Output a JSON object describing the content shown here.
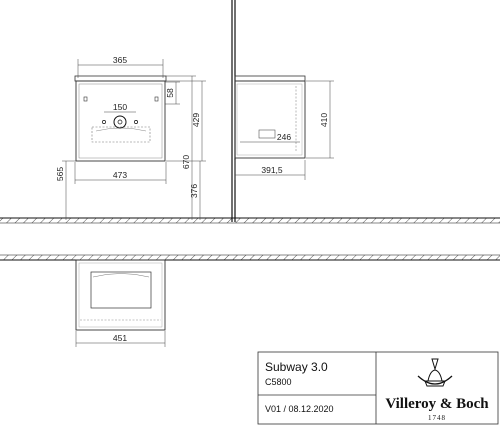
{
  "dimensions": {
    "front_width_top": "365",
    "siphon_cutout": "150",
    "top_to_cutout": "58",
    "cabinet_height": "429",
    "front_width_bottom": "473",
    "left_height": "565",
    "overall_height": "670",
    "floor_clearance": "376",
    "side_depth_inner": "246",
    "side_depth": "391,5",
    "side_height": "410",
    "plan_width": "451"
  },
  "title_block": {
    "product": "Subway 3.0",
    "code": "C5800",
    "version_date": "V01 / 08.12.2020",
    "brand": "Villeroy & Boch",
    "year": "1748"
  }
}
